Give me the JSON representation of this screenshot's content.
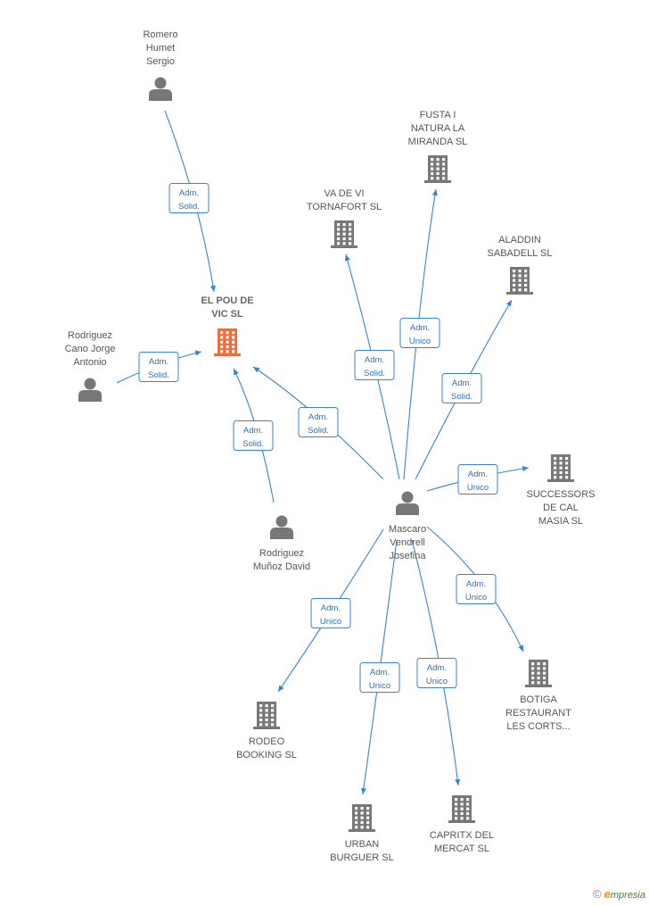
{
  "colors": {
    "edge": "#3b82d6",
    "node": "#777777",
    "focus_node": "#f26b3a"
  },
  "nodes": [
    {
      "id": "romero",
      "type": "person",
      "icon": "person-icon",
      "label": [
        "Romero",
        "Humet",
        "Sergio"
      ]
    },
    {
      "id": "elpou",
      "type": "company",
      "focus": true,
      "icon": "building-icon",
      "label": [
        "EL POU DE",
        "VIC SL"
      ]
    },
    {
      "id": "rodcano",
      "type": "person",
      "icon": "person-icon",
      "label": [
        "Rodriguez",
        "Cano Jorge",
        "Antonio"
      ]
    },
    {
      "id": "rodmunoz",
      "type": "person",
      "icon": "person-icon",
      "label": [
        "Rodriguez",
        "Muñoz David"
      ]
    },
    {
      "id": "mascaro",
      "type": "person",
      "icon": "person-icon",
      "label": [
        "Mascaro",
        "Vendrell",
        "Josefina"
      ]
    },
    {
      "id": "fusta",
      "type": "company",
      "icon": "building-icon",
      "label": [
        "FUSTA I",
        "NATURA LA",
        "MIRANDA SL"
      ]
    },
    {
      "id": "vadevi",
      "type": "company",
      "icon": "building-icon",
      "label": [
        "VA DE VI",
        "TORNAFORT SL"
      ]
    },
    {
      "id": "aladdin",
      "type": "company",
      "icon": "building-icon",
      "label": [
        "ALADDIN",
        "SABADELL SL"
      ]
    },
    {
      "id": "successors",
      "type": "company",
      "icon": "building-icon",
      "label": [
        "SUCCESSORS",
        "DE CAL",
        "MASIA SL"
      ]
    },
    {
      "id": "botiga",
      "type": "company",
      "icon": "building-icon",
      "label": [
        "BOTIGA",
        "RESTAURANT",
        "LES CORTS..."
      ]
    },
    {
      "id": "rodeo",
      "type": "company",
      "icon": "building-icon",
      "label": [
        "RODEO",
        "BOOKING SL"
      ]
    },
    {
      "id": "urban",
      "type": "company",
      "icon": "building-icon",
      "label": [
        "URBAN",
        "BURGUER SL"
      ]
    },
    {
      "id": "capritx",
      "type": "company",
      "icon": "building-icon",
      "label": [
        "CAPRITX DEL",
        "MERCAT SL"
      ]
    }
  ],
  "edges": [
    {
      "from": "romero",
      "to": "elpou",
      "label": [
        "Adm.",
        "Solid."
      ]
    },
    {
      "from": "rodcano",
      "to": "elpou",
      "label": [
        "Adm.",
        "Solid."
      ]
    },
    {
      "from": "rodmunoz",
      "to": "elpou",
      "label": [
        "Adm.",
        "Solid."
      ]
    },
    {
      "from": "mascaro",
      "to": "elpou",
      "label": [
        "Adm.",
        "Solid."
      ]
    },
    {
      "from": "mascaro",
      "to": "vadevi",
      "label": [
        "Adm.",
        "Solid."
      ]
    },
    {
      "from": "mascaro",
      "to": "fusta",
      "label": [
        "Adm.",
        "Unico"
      ]
    },
    {
      "from": "mascaro",
      "to": "aladdin",
      "label": [
        "Adm.",
        "Solid."
      ]
    },
    {
      "from": "mascaro",
      "to": "successors",
      "label": [
        "Adm.",
        "Unico"
      ]
    },
    {
      "from": "mascaro",
      "to": "botiga",
      "label": [
        "Adm.",
        "Unico"
      ]
    },
    {
      "from": "mascaro",
      "to": "rodeo",
      "label": [
        "Adm.",
        "Unico"
      ]
    },
    {
      "from": "mascaro",
      "to": "urban",
      "label": [
        "Adm.",
        "Unico"
      ]
    },
    {
      "from": "mascaro",
      "to": "capritx",
      "label": [
        "Adm.",
        "Unico"
      ]
    }
  ],
  "footer": {
    "copyright": "©",
    "brand_initial": "e",
    "brand_rest": "mpresia"
  }
}
